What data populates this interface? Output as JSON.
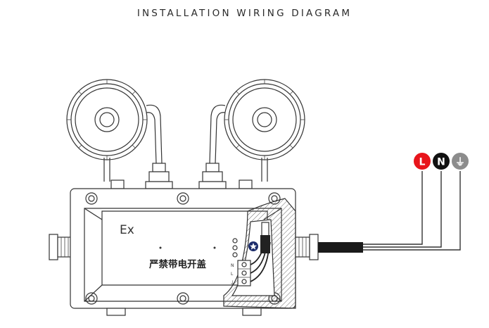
{
  "title": "INSTALLATION WIRING DIAGRAM",
  "ex_mark": "Ex",
  "warning_label": "严禁带电开盖",
  "terminals": [
    "N",
    "L",
    "⏚"
  ],
  "cable_markers": [
    {
      "label": "L",
      "color": "#e8151b"
    },
    {
      "label": "N",
      "color": "#111111"
    },
    {
      "label": "⏚",
      "color": "#8c8c8c"
    }
  ]
}
